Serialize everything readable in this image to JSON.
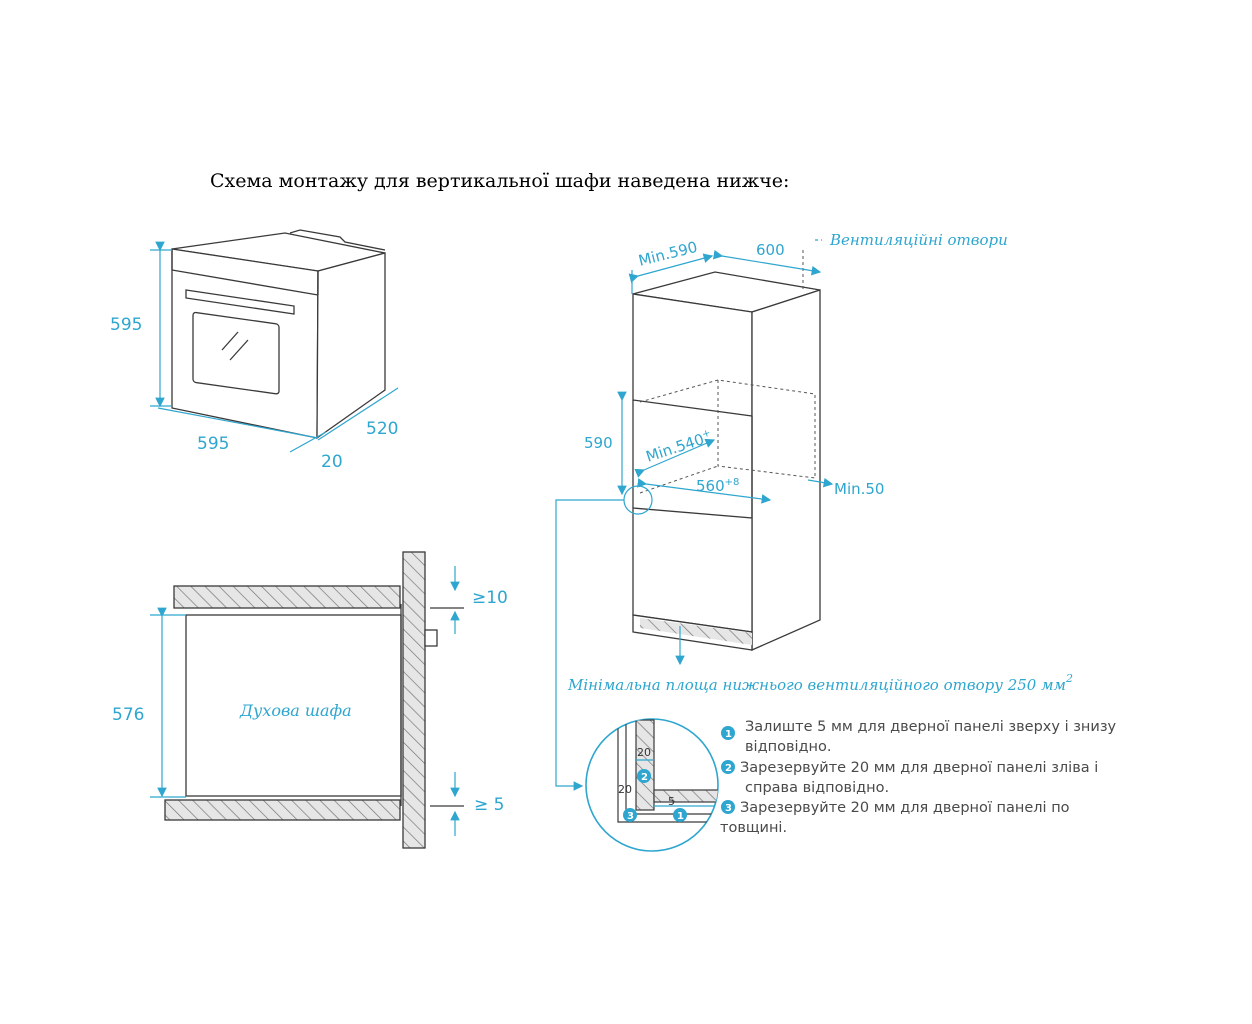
{
  "intro": "Схема монтажу для вертикальної шафи наведена нижче:",
  "oven_dims": {
    "height": "595",
    "width": "595",
    "depth": "520",
    "door_offset": "20"
  },
  "cabinet_dims": {
    "top_min": "Min.590",
    "top_depth": "600",
    "vent_label": "Вентиляційні отвори",
    "niche_height": "590",
    "niche_depth": "Min.540",
    "niche_depth_sup": "+",
    "niche_width": "560",
    "niche_width_sup": "+8",
    "side_min": "Min.50",
    "bottom_vent_label": "Мінімальна площа нижнього вентиляційного отвору 250 мм",
    "bottom_vent_sup": "2"
  },
  "section": {
    "top_gap": "≥10",
    "oven_height": "576",
    "oven_label": "Духова шафа",
    "bottom_gap": "≥ 5"
  },
  "detail": {
    "d20a": "20",
    "d20b": "20",
    "d5": "5",
    "b1": "1",
    "b2": "2",
    "b3": "3"
  },
  "notes": [
    {
      "num": "1",
      "line1": "Залиште 5 мм для дверної панелі зверху і знизу",
      "line2": "відповідно."
    },
    {
      "num": "2",
      "line1": "Зарезервуйте 20 мм для дверної панелі зліва і",
      "line2": "справа відповідно."
    },
    {
      "num": "3",
      "line1": "Зарезервуйте 20 мм для дверної панелі по",
      "line2": "товщині."
    }
  ],
  "colors": {
    "accent": "#2ea6cf",
    "line": "#3a3a3a",
    "hatch": "#9a9a9a"
  }
}
